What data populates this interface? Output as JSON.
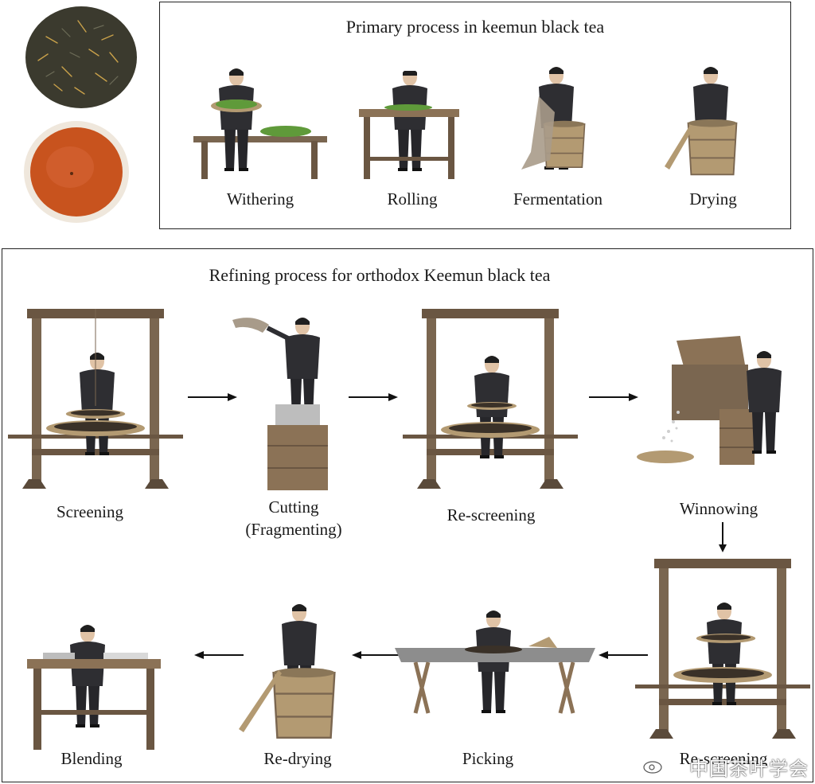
{
  "primary": {
    "title": "Primary process in keemun black tea",
    "steps": [
      "Withering",
      "Rolling",
      "Fermentation",
      "Drying"
    ]
  },
  "refining": {
    "title": "Refining process for orthodox Keemun black tea",
    "row1": [
      "Screening",
      "Cutting",
      "(Fragmenting)",
      "Re-screening",
      "Winnowing"
    ],
    "row2": [
      "Blending",
      "Re-drying",
      "Picking",
      "Re-screening"
    ]
  },
  "watermark": "中国茶叶学会",
  "colors": {
    "wood": "#7a6650",
    "woodDark": "#5a4a3a",
    "jacket": "#2e2e32",
    "bamboo": "#b39a72",
    "leafGreen": "#5f9a3a",
    "teaLiquor": "#c8531e",
    "tableTop": "#8d8d8d"
  },
  "icons": [
    "dry-tea-leaves-icon",
    "tea-liquor-cup-icon",
    "arrow-right-icon",
    "arrow-left-icon",
    "arrow-down-icon",
    "weibo-icon"
  ]
}
